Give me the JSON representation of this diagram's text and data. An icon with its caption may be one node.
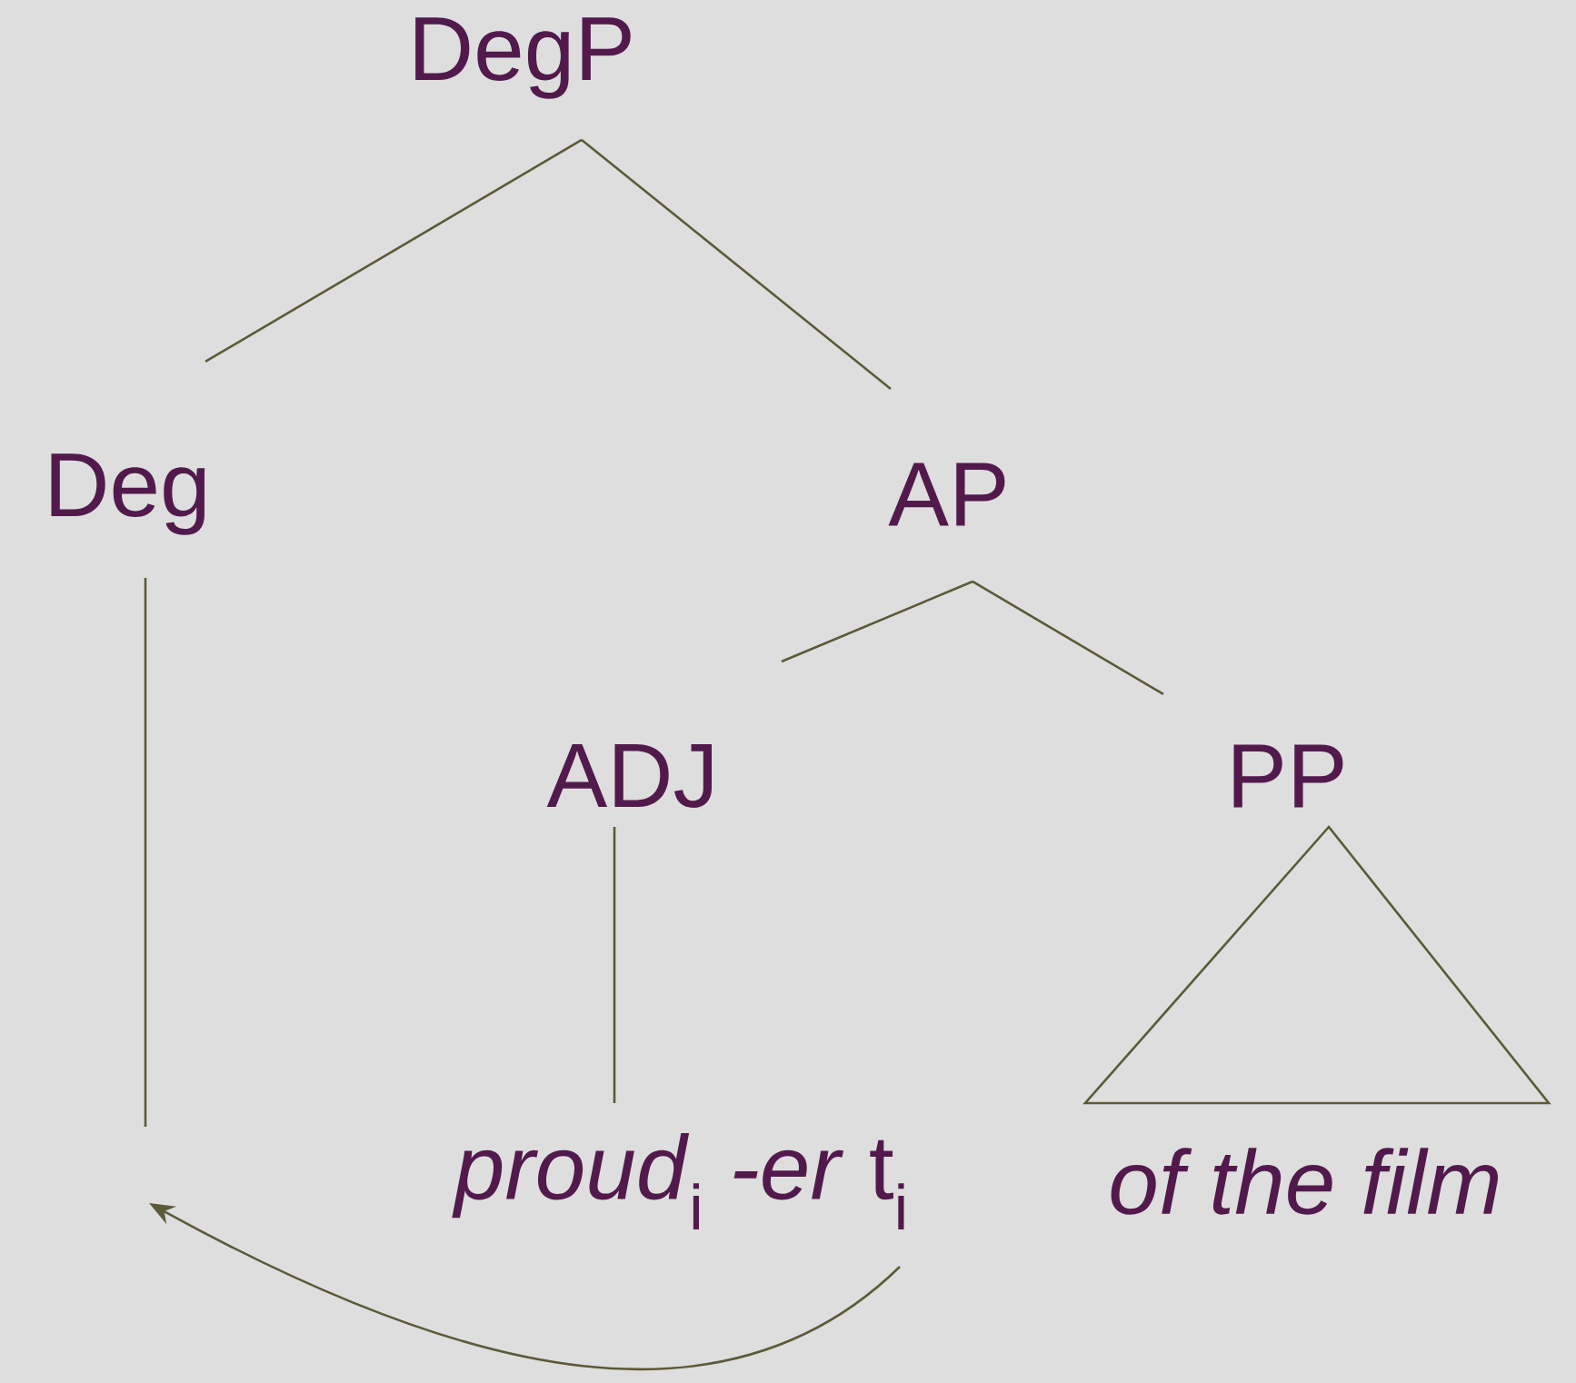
{
  "diagram": {
    "nodes": [
      {
        "text": [
          "DegP"
        ]
      },
      {
        "text": [
          "Deg"
        ]
      },
      {
        "text": [
          "AP"
        ]
      },
      {
        "text": [
          "ADJ"
        ]
      },
      {
        "text": [
          "PP"
        ]
      },
      {
        "text": [
          "*proud*$_{i}$ *-er* t$_{i}$"
        ]
      },
      {
        "text": [
          "*of the film*"
        ]
      }
    ],
    "edges": [
      {
        "from": 0,
        "to": 1,
        "arrow": "none"
      },
      {
        "from": 0,
        "to": 2,
        "arrow": "none"
      },
      {
        "from": 2,
        "to": 3,
        "arrow": "none"
      },
      {
        "from": 2,
        "to": 4,
        "arrow": "none"
      },
      {
        "from": 3,
        "to": 5,
        "arrow": "none"
      },
      {
        "from": 4,
        "to": 6,
        "arrow": "none"
      },
      {
        "from": 1,
        "to": null,
        "arrow": "none"
      },
      {
        "from": 5,
        "to": null,
        "arrow": "to"
      }
    ]
  }
}
